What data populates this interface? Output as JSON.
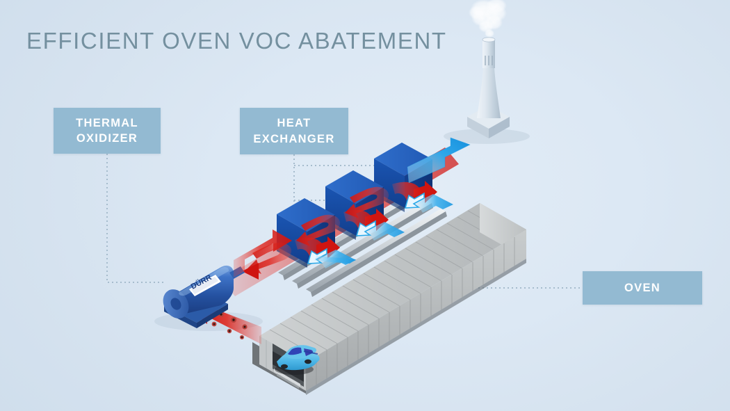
{
  "page": {
    "title": "EFFICIENT OVEN VOC ABATEMENT",
    "background_color": "#d7e4f0",
    "title_color": "#74909f",
    "callout_color": "#93bad2",
    "callout_text_color": "#ffffff"
  },
  "callouts": [
    {
      "id": "thermal-oxidizer",
      "line1": "THERMAL",
      "line2": "OXIDIZER"
    },
    {
      "id": "heat-exchanger",
      "line1": "HEAT",
      "line2": "EXCHANGER"
    },
    {
      "id": "oven",
      "line1": "OVEN",
      "line2": ""
    }
  ],
  "equipment": {
    "oxidizer": {
      "name": "thermal-oxidizer-vessel",
      "brand": "DÜRR",
      "color": "#2f62b4"
    },
    "heat_exchangers": [
      {
        "name": "heat-exchanger-unit-1",
        "color": "#1d56b0"
      },
      {
        "name": "heat-exchanger-unit-2",
        "color": "#1d56b0"
      },
      {
        "name": "heat-exchanger-unit-3",
        "color": "#1d56b0"
      }
    ],
    "oven": {
      "name": "oven-tunnel",
      "color": "#b5b8b9"
    },
    "stack": {
      "name": "exhaust-stack",
      "color": "#d4dde6",
      "plume": "smoke-plume"
    },
    "car": {
      "name": "car-body",
      "color": "#4fb6e8"
    }
  },
  "flows": {
    "hot_voc_color": "#d8231f",
    "clean_air_color": "#2aa8e8",
    "voc_particles": 6
  }
}
